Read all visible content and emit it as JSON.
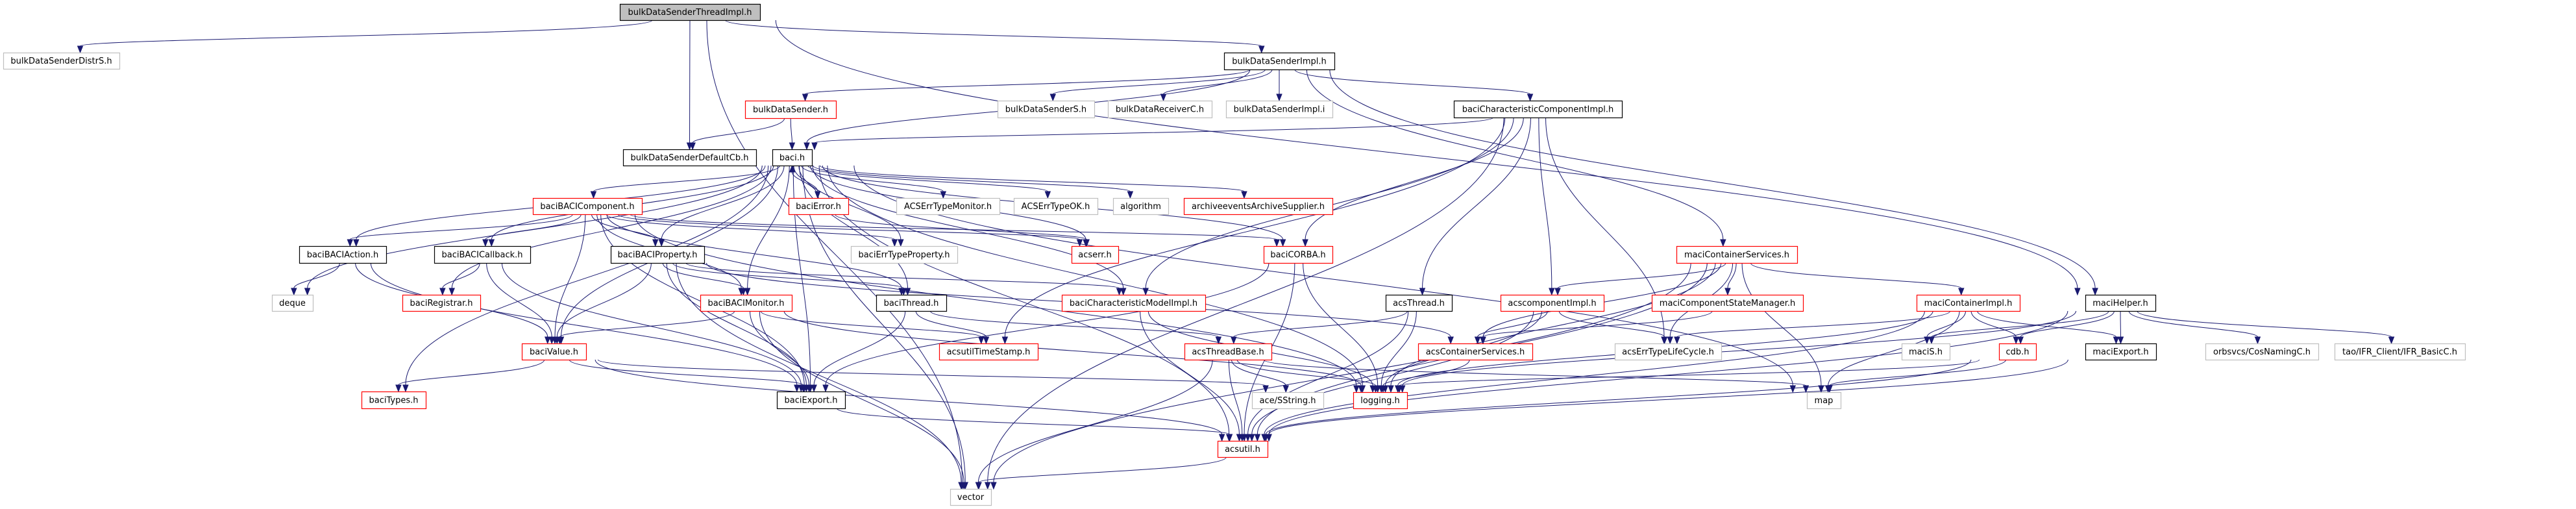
{
  "graph": {
    "title": "bulkDataSenderThreadImpl.h",
    "colors": {
      "edge": "#191970",
      "root_fill": "#bfbfbf",
      "undocumented_border": "#ff0000",
      "external_border": "#bfbfbf",
      "documented_border": "#000000"
    },
    "nodes": [
      {
        "id": "n0",
        "label": "bulkDataSenderThreadImpl.h",
        "kind": "root"
      },
      {
        "id": "n1",
        "label": "bulkDataSenderDistrS.h",
        "kind": "external"
      },
      {
        "id": "n2",
        "label": "bulkDataSenderImpl.h",
        "kind": "normal"
      },
      {
        "id": "n3",
        "label": "bulkDataSender.h",
        "kind": "undoc"
      },
      {
        "id": "n4",
        "label": "bulkDataSenderS.h",
        "kind": "external"
      },
      {
        "id": "n5",
        "label": "bulkDataReceiverC.h",
        "kind": "external"
      },
      {
        "id": "n6",
        "label": "bulkDataSenderImpl.i",
        "kind": "external"
      },
      {
        "id": "n7",
        "label": "baciCharacteristicComponentImpl.h",
        "kind": "normal"
      },
      {
        "id": "n8",
        "label": "bulkDataSenderDefaultCb.h",
        "kind": "normal"
      },
      {
        "id": "n9",
        "label": "baci.h",
        "kind": "normal"
      },
      {
        "id": "n10",
        "label": "baciBACIComponent.h",
        "kind": "undoc"
      },
      {
        "id": "n11",
        "label": "baciError.h",
        "kind": "undoc"
      },
      {
        "id": "n12",
        "label": "ACSErrTypeMonitor.h",
        "kind": "external"
      },
      {
        "id": "n13",
        "label": "ACSErrTypeOK.h",
        "kind": "external"
      },
      {
        "id": "n14",
        "label": "algorithm",
        "kind": "external"
      },
      {
        "id": "n15",
        "label": "archiveeventsArchiveSupplier.h",
        "kind": "undoc"
      },
      {
        "id": "n16",
        "label": "baciBACIAction.h",
        "kind": "normal"
      },
      {
        "id": "n17",
        "label": "baciBACICallback.h",
        "kind": "normal"
      },
      {
        "id": "n18",
        "label": "baciBACIProperty.h",
        "kind": "normal"
      },
      {
        "id": "n19",
        "label": "baciErrTypeProperty.h",
        "kind": "external"
      },
      {
        "id": "n20",
        "label": "acserr.h",
        "kind": "undoc"
      },
      {
        "id": "n21",
        "label": "baciCORBA.h",
        "kind": "undoc"
      },
      {
        "id": "n22",
        "label": "maciContainerServices.h",
        "kind": "undoc"
      },
      {
        "id": "n23",
        "label": "deque",
        "kind": "external"
      },
      {
        "id": "n24",
        "label": "baciRegistrar.h",
        "kind": "undoc"
      },
      {
        "id": "n25",
        "label": "baciBACIMonitor.h",
        "kind": "undoc"
      },
      {
        "id": "n26",
        "label": "baciThread.h",
        "kind": "normal"
      },
      {
        "id": "n27",
        "label": "baciCharacteristicModelImpl.h",
        "kind": "undoc"
      },
      {
        "id": "n28",
        "label": "acsThread.h",
        "kind": "normal"
      },
      {
        "id": "n29",
        "label": "acscomponentImpl.h",
        "kind": "undoc"
      },
      {
        "id": "n30",
        "label": "maciComponentStateManager.h",
        "kind": "undoc"
      },
      {
        "id": "n31",
        "label": "maciContainerImpl.h",
        "kind": "undoc"
      },
      {
        "id": "n32",
        "label": "maciHelper.h",
        "kind": "normal"
      },
      {
        "id": "n33",
        "label": "baciValue.h",
        "kind": "undoc"
      },
      {
        "id": "n34",
        "label": "acsutilTimeStamp.h",
        "kind": "undoc"
      },
      {
        "id": "n35",
        "label": "acsThreadBase.h",
        "kind": "undoc"
      },
      {
        "id": "n36",
        "label": "acsContainerServices.h",
        "kind": "undoc"
      },
      {
        "id": "n37",
        "label": "acsErrTypeLifeCycle.h",
        "kind": "external"
      },
      {
        "id": "n38",
        "label": "maciS.h",
        "kind": "external"
      },
      {
        "id": "n39",
        "label": "cdb.h",
        "kind": "undoc"
      },
      {
        "id": "n40",
        "label": "maciExport.h",
        "kind": "normal"
      },
      {
        "id": "n41",
        "label": "orbsvcs/CosNamingC.h",
        "kind": "external"
      },
      {
        "id": "n42",
        "label": "tao/IFR_Client/IFR_BasicC.h",
        "kind": "external"
      },
      {
        "id": "n43",
        "label": "baciTypes.h",
        "kind": "undoc"
      },
      {
        "id": "n44",
        "label": "baciExport.h",
        "kind": "normal"
      },
      {
        "id": "n45",
        "label": "ace/SString.h",
        "kind": "external"
      },
      {
        "id": "n46",
        "label": "logging.h",
        "kind": "undoc"
      },
      {
        "id": "n47",
        "label": "map",
        "kind": "external"
      },
      {
        "id": "n48",
        "label": "acsutil.h",
        "kind": "undoc"
      },
      {
        "id": "n49",
        "label": "vector",
        "kind": "external"
      }
    ],
    "edges": [
      [
        "n0",
        "n1"
      ],
      [
        "n0",
        "n2"
      ],
      [
        "n0",
        "n8"
      ],
      [
        "n0",
        "n49"
      ],
      [
        "n0",
        "n32"
      ],
      [
        "n2",
        "n3"
      ],
      [
        "n2",
        "n4"
      ],
      [
        "n2",
        "n5"
      ],
      [
        "n2",
        "n6"
      ],
      [
        "n2",
        "n7"
      ],
      [
        "n2",
        "n9"
      ],
      [
        "n2",
        "n22"
      ],
      [
        "n2",
        "n32"
      ],
      [
        "n3",
        "n8"
      ],
      [
        "n3",
        "n9"
      ],
      [
        "n7",
        "n9"
      ],
      [
        "n7",
        "n21"
      ],
      [
        "n7",
        "n27"
      ],
      [
        "n7",
        "n29"
      ],
      [
        "n7",
        "n37"
      ],
      [
        "n7",
        "n28"
      ],
      [
        "n7",
        "n49"
      ],
      [
        "n7",
        "n34"
      ],
      [
        "n9",
        "n10"
      ],
      [
        "n9",
        "n11"
      ],
      [
        "n9",
        "n12"
      ],
      [
        "n9",
        "n13"
      ],
      [
        "n9",
        "n14"
      ],
      [
        "n9",
        "n15"
      ],
      [
        "n9",
        "n16"
      ],
      [
        "n9",
        "n17"
      ],
      [
        "n9",
        "n18"
      ],
      [
        "n9",
        "n19"
      ],
      [
        "n9",
        "n20"
      ],
      [
        "n9",
        "n21"
      ],
      [
        "n9",
        "n23"
      ],
      [
        "n9",
        "n24"
      ],
      [
        "n9",
        "n25"
      ],
      [
        "n9",
        "n26"
      ],
      [
        "n9",
        "n27"
      ],
      [
        "n9",
        "n33"
      ],
      [
        "n9",
        "n43"
      ],
      [
        "n9",
        "n44"
      ],
      [
        "n9",
        "n46"
      ],
      [
        "n9",
        "n47"
      ],
      [
        "n9",
        "n48"
      ],
      [
        "n9",
        "n49"
      ],
      [
        "n11",
        "n9"
      ],
      [
        "n11",
        "n20"
      ],
      [
        "n10",
        "n16"
      ],
      [
        "n10",
        "n17"
      ],
      [
        "n10",
        "n18"
      ],
      [
        "n10",
        "n19"
      ],
      [
        "n10",
        "n21"
      ],
      [
        "n10",
        "n25"
      ],
      [
        "n10",
        "n26"
      ],
      [
        "n10",
        "n33"
      ],
      [
        "n10",
        "n44"
      ],
      [
        "n10",
        "n46"
      ],
      [
        "n10",
        "n20"
      ],
      [
        "n16",
        "n23"
      ],
      [
        "n16",
        "n33"
      ],
      [
        "n16",
        "n44"
      ],
      [
        "n17",
        "n24"
      ],
      [
        "n17",
        "n33"
      ],
      [
        "n17",
        "n44"
      ],
      [
        "n18",
        "n25"
      ],
      [
        "n18",
        "n26"
      ],
      [
        "n18",
        "n27"
      ],
      [
        "n18",
        "n33"
      ],
      [
        "n18",
        "n44"
      ],
      [
        "n18",
        "n49"
      ],
      [
        "n18",
        "n36"
      ],
      [
        "n21",
        "n44"
      ],
      [
        "n21",
        "n48"
      ],
      [
        "n21",
        "n46"
      ],
      [
        "n22",
        "n29"
      ],
      [
        "n22",
        "n30"
      ],
      [
        "n22",
        "n31"
      ],
      [
        "n22",
        "n36"
      ],
      [
        "n22",
        "n37"
      ],
      [
        "n22",
        "n46"
      ],
      [
        "n22",
        "n48"
      ],
      [
        "n22",
        "n47"
      ],
      [
        "n22",
        "n49"
      ],
      [
        "n25",
        "n33"
      ],
      [
        "n25",
        "n44"
      ],
      [
        "n25",
        "n34"
      ],
      [
        "n25",
        "n49"
      ],
      [
        "n25",
        "n46"
      ],
      [
        "n26",
        "n35"
      ],
      [
        "n26",
        "n34"
      ],
      [
        "n26",
        "n44"
      ],
      [
        "n27",
        "n46"
      ],
      [
        "n27",
        "n48"
      ],
      [
        "n28",
        "n35"
      ],
      [
        "n28",
        "n46"
      ],
      [
        "n28",
        "n48"
      ],
      [
        "n29",
        "n36"
      ],
      [
        "n29",
        "n37"
      ],
      [
        "n29",
        "n46"
      ],
      [
        "n29",
        "n48"
      ],
      [
        "n30",
        "n36"
      ],
      [
        "n31",
        "n38"
      ],
      [
        "n31",
        "n39"
      ],
      [
        "n31",
        "n40"
      ],
      [
        "n31",
        "n46"
      ],
      [
        "n31",
        "n47"
      ],
      [
        "n31",
        "n48"
      ],
      [
        "n31",
        "n37"
      ],
      [
        "n32",
        "n38"
      ],
      [
        "n32",
        "n39"
      ],
      [
        "n32",
        "n40"
      ],
      [
        "n32",
        "n41"
      ],
      [
        "n32",
        "n42"
      ],
      [
        "n32",
        "n46"
      ],
      [
        "n32",
        "n48"
      ],
      [
        "n33",
        "n43"
      ],
      [
        "n33",
        "n44"
      ],
      [
        "n33",
        "n45"
      ],
      [
        "n33",
        "n48"
      ],
      [
        "n35",
        "n45"
      ],
      [
        "n35",
        "n46"
      ],
      [
        "n35",
        "n48"
      ],
      [
        "n35",
        "n49"
      ],
      [
        "n35",
        "n47"
      ],
      [
        "n36",
        "n46"
      ],
      [
        "n39",
        "n47"
      ],
      [
        "n39",
        "n48"
      ],
      [
        "n39",
        "n46"
      ],
      [
        "n40",
        "n48"
      ],
      [
        "n44",
        "n48"
      ],
      [
        "n48",
        "n49"
      ]
    ]
  }
}
